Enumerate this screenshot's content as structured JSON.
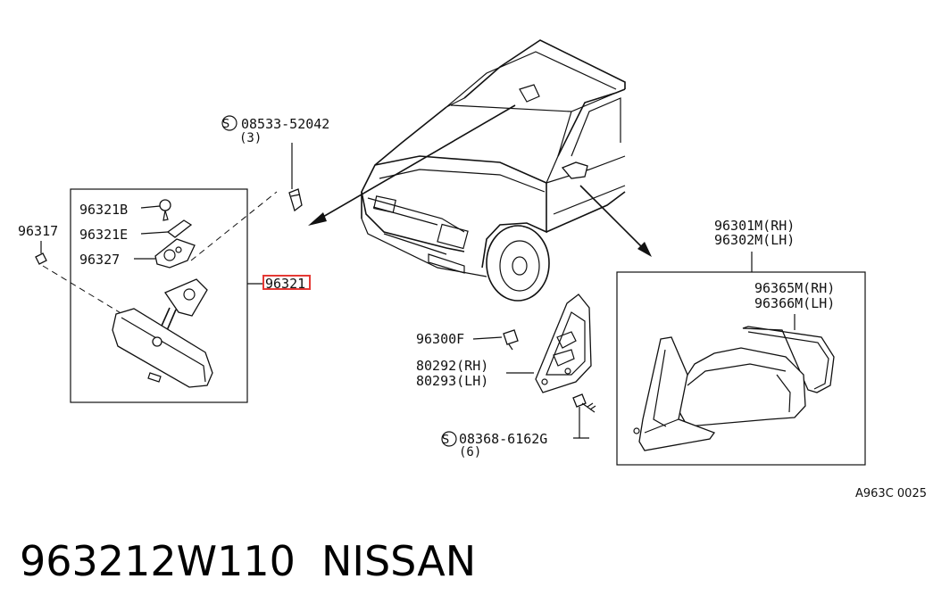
{
  "callouts": {
    "bolt": "08533-52042",
    "bolt_qty": "(3)",
    "p96321b": "96321B",
    "p96321e": "96321E",
    "p96327": "96327",
    "p96317": "96317",
    "p96321": "96321",
    "p96300f": "96300F",
    "p80292": "80292(RH)",
    "p80293": "80293(LH)",
    "screw": "08368-6162G",
    "screw_qty": "(6)",
    "p96301m": "96301M(RH)",
    "p96302m": "96302M(LH)",
    "p96365m": "96365M(RH)",
    "p96366m": "96366M(LH)",
    "s_mark": "S"
  },
  "diagram_ref": "A963C 0025",
  "footer": {
    "part_number": "963212W110",
    "brand": "NISSAN"
  }
}
